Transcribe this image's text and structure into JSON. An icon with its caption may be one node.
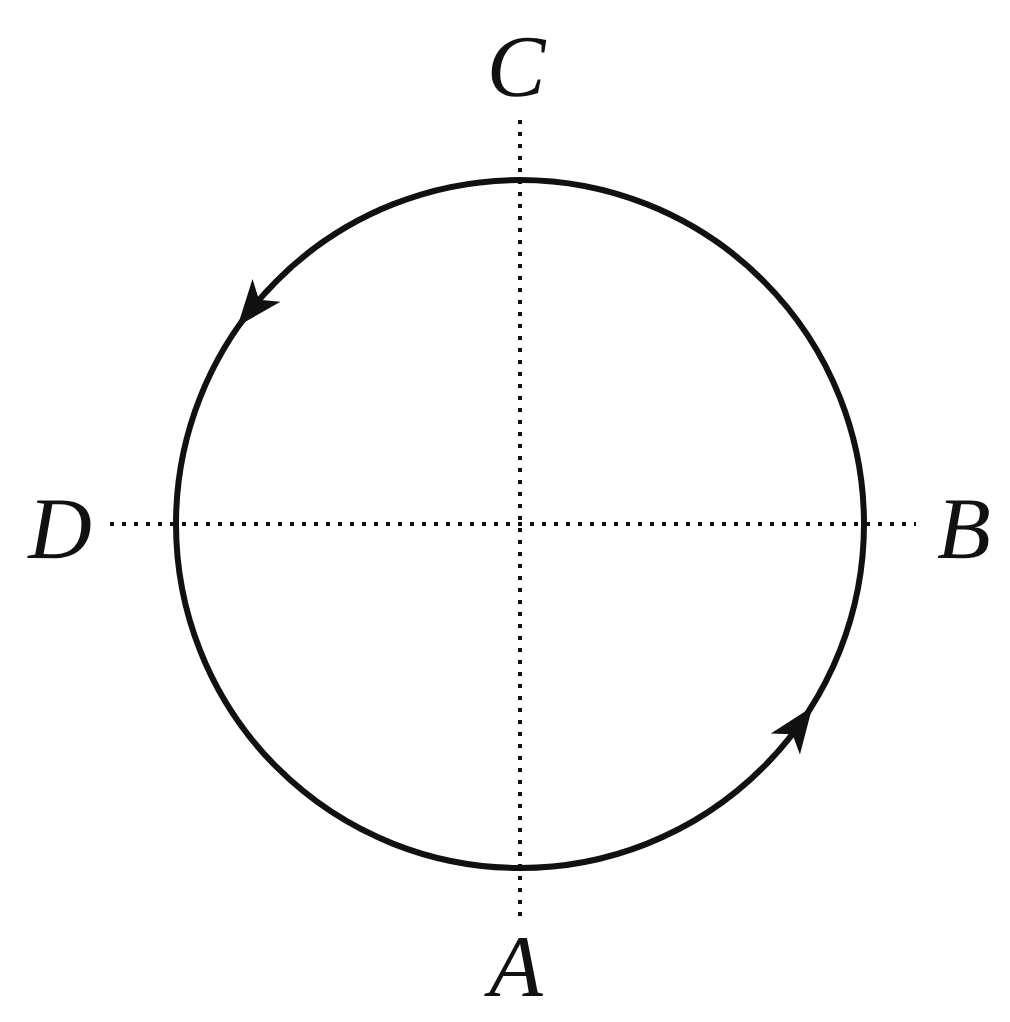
{
  "diagram": {
    "labels": [
      "C",
      "D",
      "B",
      "A"
    ]
  }
}
